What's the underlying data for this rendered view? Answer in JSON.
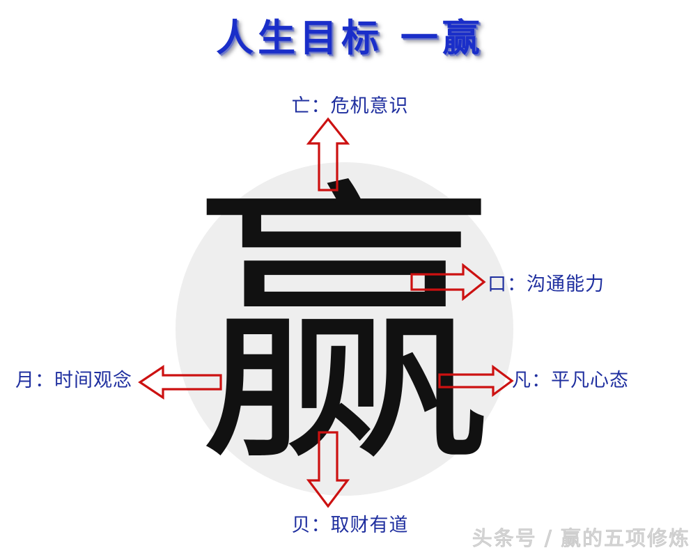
{
  "title": "人生目标 一赢",
  "center": {
    "character": "赢",
    "circle_color": "#eeeeee",
    "character_color": "#111111"
  },
  "colors": {
    "title_blue": "#1a2ec9",
    "label_blue": "#1f2f9f",
    "arrow_red": "#cc1111",
    "watermark_gray": "#c9c9c9",
    "background": "#ffffff"
  },
  "labels": {
    "top": "亡：危机意识",
    "right_upper": "口：沟通能力",
    "right_lower": "凡：平凡心态",
    "left": "月：时间观念",
    "bottom": "贝：取财有道"
  },
  "arrows": [
    {
      "name": "arrow-up",
      "direction": "up",
      "points_to": "亡：危机意识"
    },
    {
      "name": "arrow-right1",
      "direction": "right",
      "points_to": "口：沟通能力"
    },
    {
      "name": "arrow-right2",
      "direction": "right",
      "points_to": "凡：平凡心态"
    },
    {
      "name": "arrow-left",
      "direction": "left",
      "points_to": "月：时间观念"
    },
    {
      "name": "arrow-down",
      "direction": "down",
      "points_to": "贝：取财有道"
    }
  ],
  "watermark": "头条号 / 赢的五项修炼"
}
